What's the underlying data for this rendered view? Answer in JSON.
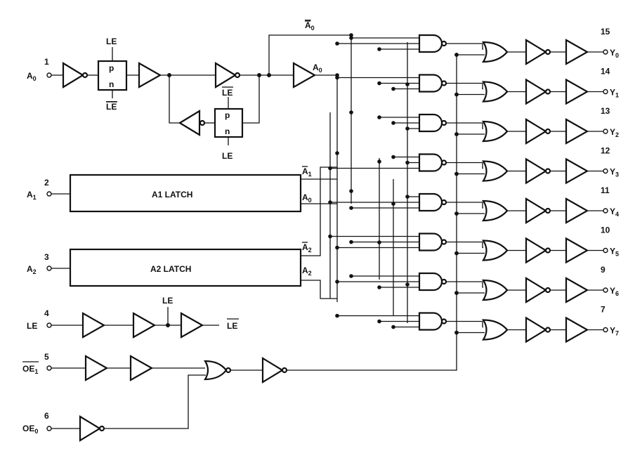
{
  "pins": {
    "a0": {
      "label": "A",
      "sub": "0",
      "num": "1"
    },
    "a1": {
      "label": "A",
      "sub": "1",
      "num": "2"
    },
    "a2": {
      "label": "A",
      "sub": "2",
      "num": "3"
    },
    "le": {
      "label": "LE",
      "num": "4"
    },
    "oe1": {
      "label": "OE",
      "sub": "1",
      "num": "5"
    },
    "oe0": {
      "label": "OE",
      "sub": "0",
      "num": "6"
    }
  },
  "outputs": [
    {
      "label": "Y",
      "sub": "0",
      "num": "15"
    },
    {
      "label": "Y",
      "sub": "1",
      "num": "14"
    },
    {
      "label": "Y",
      "sub": "2",
      "num": "13"
    },
    {
      "label": "Y",
      "sub": "3",
      "num": "12"
    },
    {
      "label": "Y",
      "sub": "4",
      "num": "11"
    },
    {
      "label": "Y",
      "sub": "5",
      "num": "10"
    },
    {
      "label": "Y",
      "sub": "6",
      "num": "9"
    },
    {
      "label": "Y",
      "sub": "7",
      "num": "7"
    }
  ],
  "latches": {
    "a1": {
      "title": "A1 LATCH",
      "out_bar": {
        "label": "A",
        "sub": "1"
      },
      "out": {
        "label": "A",
        "sub": "0"
      }
    },
    "a2": {
      "title": "A2 LATCH",
      "out_bar": {
        "label": "A",
        "sub": "2"
      },
      "out": {
        "label": "A",
        "sub": "2"
      }
    }
  },
  "a0_latch": {
    "p": "p",
    "n": "n",
    "le": "LE",
    "le_bar": "LE",
    "out_bar": {
      "label": "A",
      "sub": "0"
    },
    "out": {
      "label": "A",
      "sub": "0"
    }
  },
  "le_chain": {
    "tap": "LE",
    "out": "LE"
  }
}
